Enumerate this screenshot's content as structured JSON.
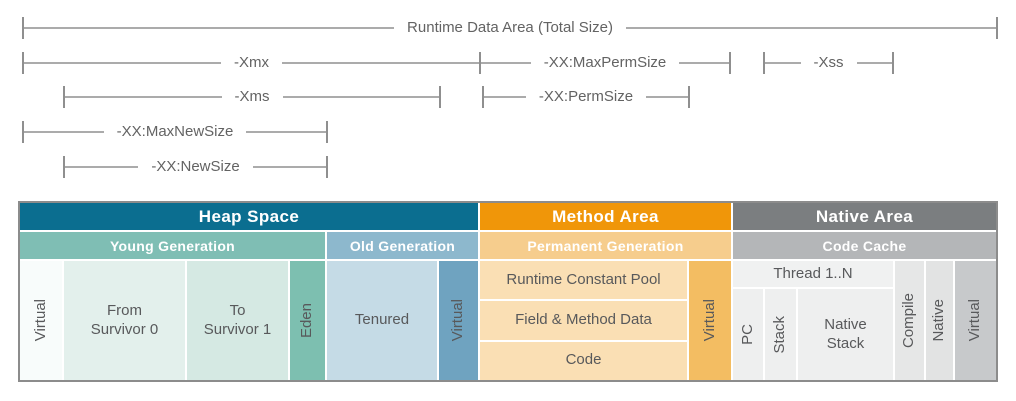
{
  "colors": {
    "line": "#ababab",
    "tick": "#8f8f8f",
    "label": "#636363",
    "border": "#8c8c8c",
    "cell_text": "#58595b",
    "heap_header": "#0b6e90",
    "method_header": "#f09609",
    "native_header": "#7b7e80",
    "young_header": "#7fbeb4",
    "old_header": "#8db8cd",
    "perm_header": "#f6cd8d",
    "cache_header": "#b4b6b8",
    "virtual_young": "#f8fcfb",
    "from_survivor": "#e3f0ec",
    "to_survivor": "#d5e9e3",
    "eden": "#7dbfb0",
    "tenured": "#c5dbe6",
    "virtual_old": "#6fa3c0",
    "perm_cell": "#fadfb4",
    "virtual_method": "#f3bd62",
    "thread_cell": "#f0f1f1",
    "stack_cell": "#eeefef",
    "compile_cell": "#e6e7e7",
    "native_cell": "#e2e3e3",
    "virtual_native": "#c7c9cb"
  },
  "measures": {
    "total": "Runtime Data Area (Total Size)",
    "xmx": "-Xmx",
    "max_perm_size": "-XX:MaxPermSize",
    "xss": "-Xss",
    "xms": "-Xms",
    "perm_size": "-XX:PermSize",
    "max_new_size": "-XX:MaxNewSize",
    "new_size": "-XX:NewSize"
  },
  "table": {
    "heap": {
      "title": "Heap Space",
      "young": {
        "title": "Young Generation",
        "virtual": "Virtual",
        "from_survivor": "From\nSurvivor 0",
        "to_survivor": "To\nSurvivor 1",
        "eden": "Eden"
      },
      "old": {
        "title": "Old Generation",
        "tenured": "Tenured",
        "virtual": "Virtual"
      }
    },
    "method": {
      "title": "Method Area",
      "perm": {
        "title": "Permanent Generation",
        "runtime_constant_pool": "Runtime Constant Pool",
        "field_method_data": "Field & Method Data",
        "code": "Code",
        "virtual": "Virtual"
      }
    },
    "native": {
      "title": "Native Area",
      "code_cache": {
        "title": "Code Cache",
        "thread": "Thread 1..N",
        "pc": "PC",
        "stack": "Stack",
        "native_stack": "Native\nStack",
        "compile": "Compile",
        "native": "Native",
        "virtual": "Virtual"
      }
    }
  }
}
